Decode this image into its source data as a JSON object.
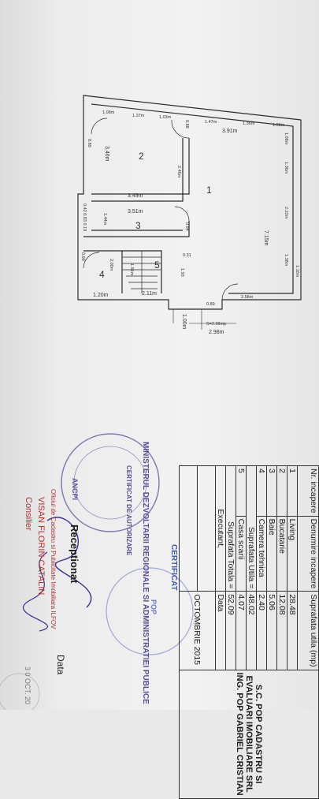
{
  "plan": {
    "rooms": [
      {
        "nr": "1"
      },
      {
        "nr": "2"
      },
      {
        "nr": "3"
      },
      {
        "nr": "4"
      },
      {
        "nr": "5"
      }
    ],
    "dims": {
      "top_1": "1.08m",
      "top_2": "1.37m",
      "top_3": "1.03m",
      "top_4": "1.47m",
      "top_5": "1.36m",
      "top_6": "1.08m",
      "width_main": "3.91m",
      "left_1": "1.08m",
      "left_2": "1.36m",
      "left_3": "2.22m",
      "left_4": "1.38m",
      "left_5": "1.10m",
      "height_main": "7.15m",
      "right_1": "2.58m",
      "pos_089": "0.89",
      "room2_w": "3.49m",
      "room2_h": "3.46m",
      "room2_side": "2.46m",
      "room2_088": "0.88",
      "room2_089": "0.89",
      "room3_w": "3.51m",
      "room3_h": "1.44m",
      "room3_ticks": "0.42 0.83 0.19",
      "room3_084": "0.84",
      "room3_031": "0.31",
      "room4_w": "1.20m",
      "room4_h": "2.00m",
      "room4_099": "0.99",
      "stair_191": "1.91m",
      "stair_193": "1.93",
      "stair_w": "2.11m",
      "bottom_100": "1.00m",
      "s_area": "S=2.98mp",
      "bottom_298": "2.98m"
    }
  },
  "legend": {
    "header": {
      "nr": "Nr. incapere",
      "name": "Denumire incapere",
      "val": "Suprafata utila (mp)"
    },
    "rows": [
      {
        "nr": "1",
        "name": "Living",
        "val": "28.48"
      },
      {
        "nr": "2",
        "name": "Bucatarie",
        "val": "12.08"
      },
      {
        "nr": "3",
        "name": "Baie",
        "val": "5.06"
      },
      {
        "nr": "4",
        "name": "Camera tehnica",
        "val": "2.40"
      }
    ],
    "sum_utila": {
      "name": "Suprafata Utila =",
      "val": "48.02"
    },
    "stairs": {
      "nr": "5",
      "name": "Casa scarii",
      "val": "4.07"
    },
    "sum_total": {
      "name": "Suprafata Totala =",
      "val": "52.09"
    },
    "executant": {
      "name": "Executant,",
      "date_label": "Data"
    },
    "cert_lines": [
      "S.C. POP CADASTRU SI",
      "EVALUARI IMOBILIARE SRL",
      "ING. POP GABRIEL CRISTIAN"
    ],
    "date_value": "OCTOMBRIE 2015"
  },
  "stamp": {
    "ring": "MINISTERUL DEZVOLTARII REGIONALE SI ADMINISTRATIEI PUBLICE",
    "center": "CERTIFICAT DE AUTORIZARE",
    "ancpi": "ANCPI",
    "round2": "CERTIFICAT",
    "pop": "POP"
  },
  "reception": {
    "office": "Oficiul de Cadastru si Publicitate Imobiliara ILFOV",
    "label": "Receptionat",
    "name": "VISAN FLORIN CATALIN",
    "role": "Consilier",
    "data_label": "Data",
    "date_stamp": "3 0 OCT. 20"
  }
}
